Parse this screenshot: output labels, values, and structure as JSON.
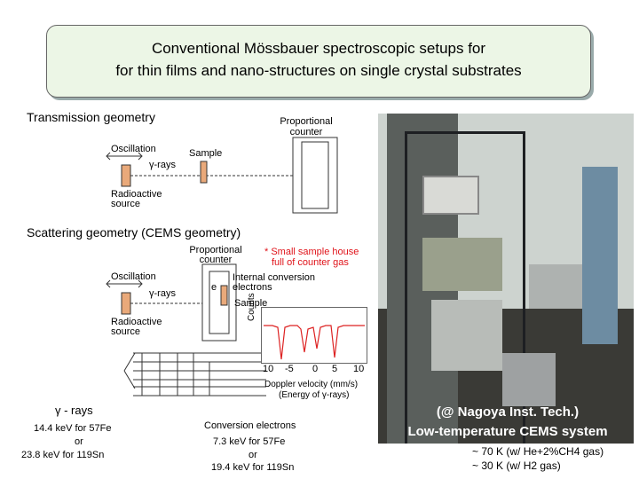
{
  "title": {
    "line1": "Conventional Mössbauer spectroscopic setups for",
    "line2": "for thin films and nano-structures on single crystal substrates"
  },
  "transmission": {
    "heading": "Transmission geometry",
    "counter_label_1": "Proportional",
    "counter_label_2": "counter",
    "oscillation": "Oscillation",
    "gamma_rays": "γ-rays",
    "sample": "Sample",
    "source_1": "Radioactive",
    "source_2": "source"
  },
  "scattering": {
    "heading": "Scattering geometry (CEMS geometry)",
    "counter_label_1": "Proportional",
    "counter_label_2": "counter",
    "note_1": "* Small sample house",
    "note_2": "full of counter gas",
    "internal_1": "Internal conversion",
    "internal_2": "electrons",
    "e_label": "e",
    "oscillation": "Oscillation",
    "gamma_rays": "γ-rays",
    "sample": "Sample",
    "source_1": "Radioactive",
    "source_2": "source"
  },
  "spectrum": {
    "ylabel": "Counts",
    "ticks": [
      "10",
      "-5",
      "0",
      "5",
      "10"
    ],
    "xlabel_1": "Doppler velocity (mm/s)",
    "xlabel_2": "(Energy of γ-rays)"
  },
  "levels": {
    "gamma_title": "γ - rays",
    "gamma_line1": "14.4 keV for 57Fe",
    "gamma_line2": "or",
    "gamma_line3": "23.8 keV for 119Sn",
    "conv_title": "Conversion electrons",
    "conv_line1": "7.3 keV for 57Fe",
    "conv_line2": "or",
    "conv_line3": "19.4 keV for 119Sn"
  },
  "photo": {
    "caption1": "(@ Nagoya Inst. Tech.)",
    "caption2": "Low-temperature CEMS system"
  },
  "notes": {
    "line1": "~ 70 K (w/ He+2%CH4 gas)",
    "line2": "~ 30 K (w/ H2 gas)"
  }
}
